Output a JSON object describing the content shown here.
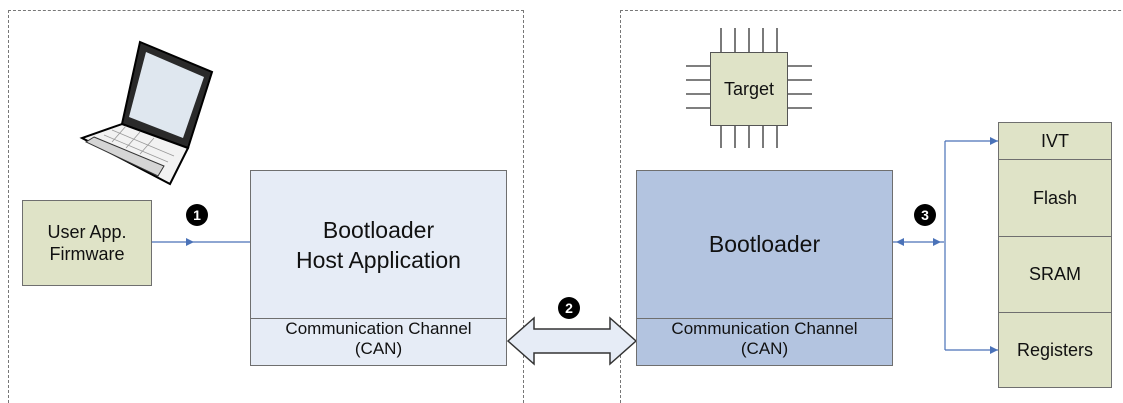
{
  "host": {
    "user_app_line1": "User App.",
    "user_app_line2": "Firmware",
    "main_line1": "Bootloader",
    "main_line2": "Host Application",
    "channel_line1": "Communication Channel",
    "channel_line2": "(CAN)"
  },
  "target": {
    "chip_label": "Target",
    "main_label": "Bootloader",
    "channel_line1": "Communication Channel",
    "channel_line2": "(CAN)"
  },
  "memory": [
    "IVT",
    "Flash",
    "SRAM",
    "Registers"
  ],
  "steps": [
    "1",
    "2",
    "3"
  ],
  "colors": {
    "olive_fill": "#dfe3c7",
    "host_fill": "#e6ecf6",
    "target_fill": "#b3c4e0",
    "arrow_blue": "#4a72b8"
  },
  "icons": [
    "laptop-icon",
    "chip-icon",
    "double-arrow-icon"
  ]
}
